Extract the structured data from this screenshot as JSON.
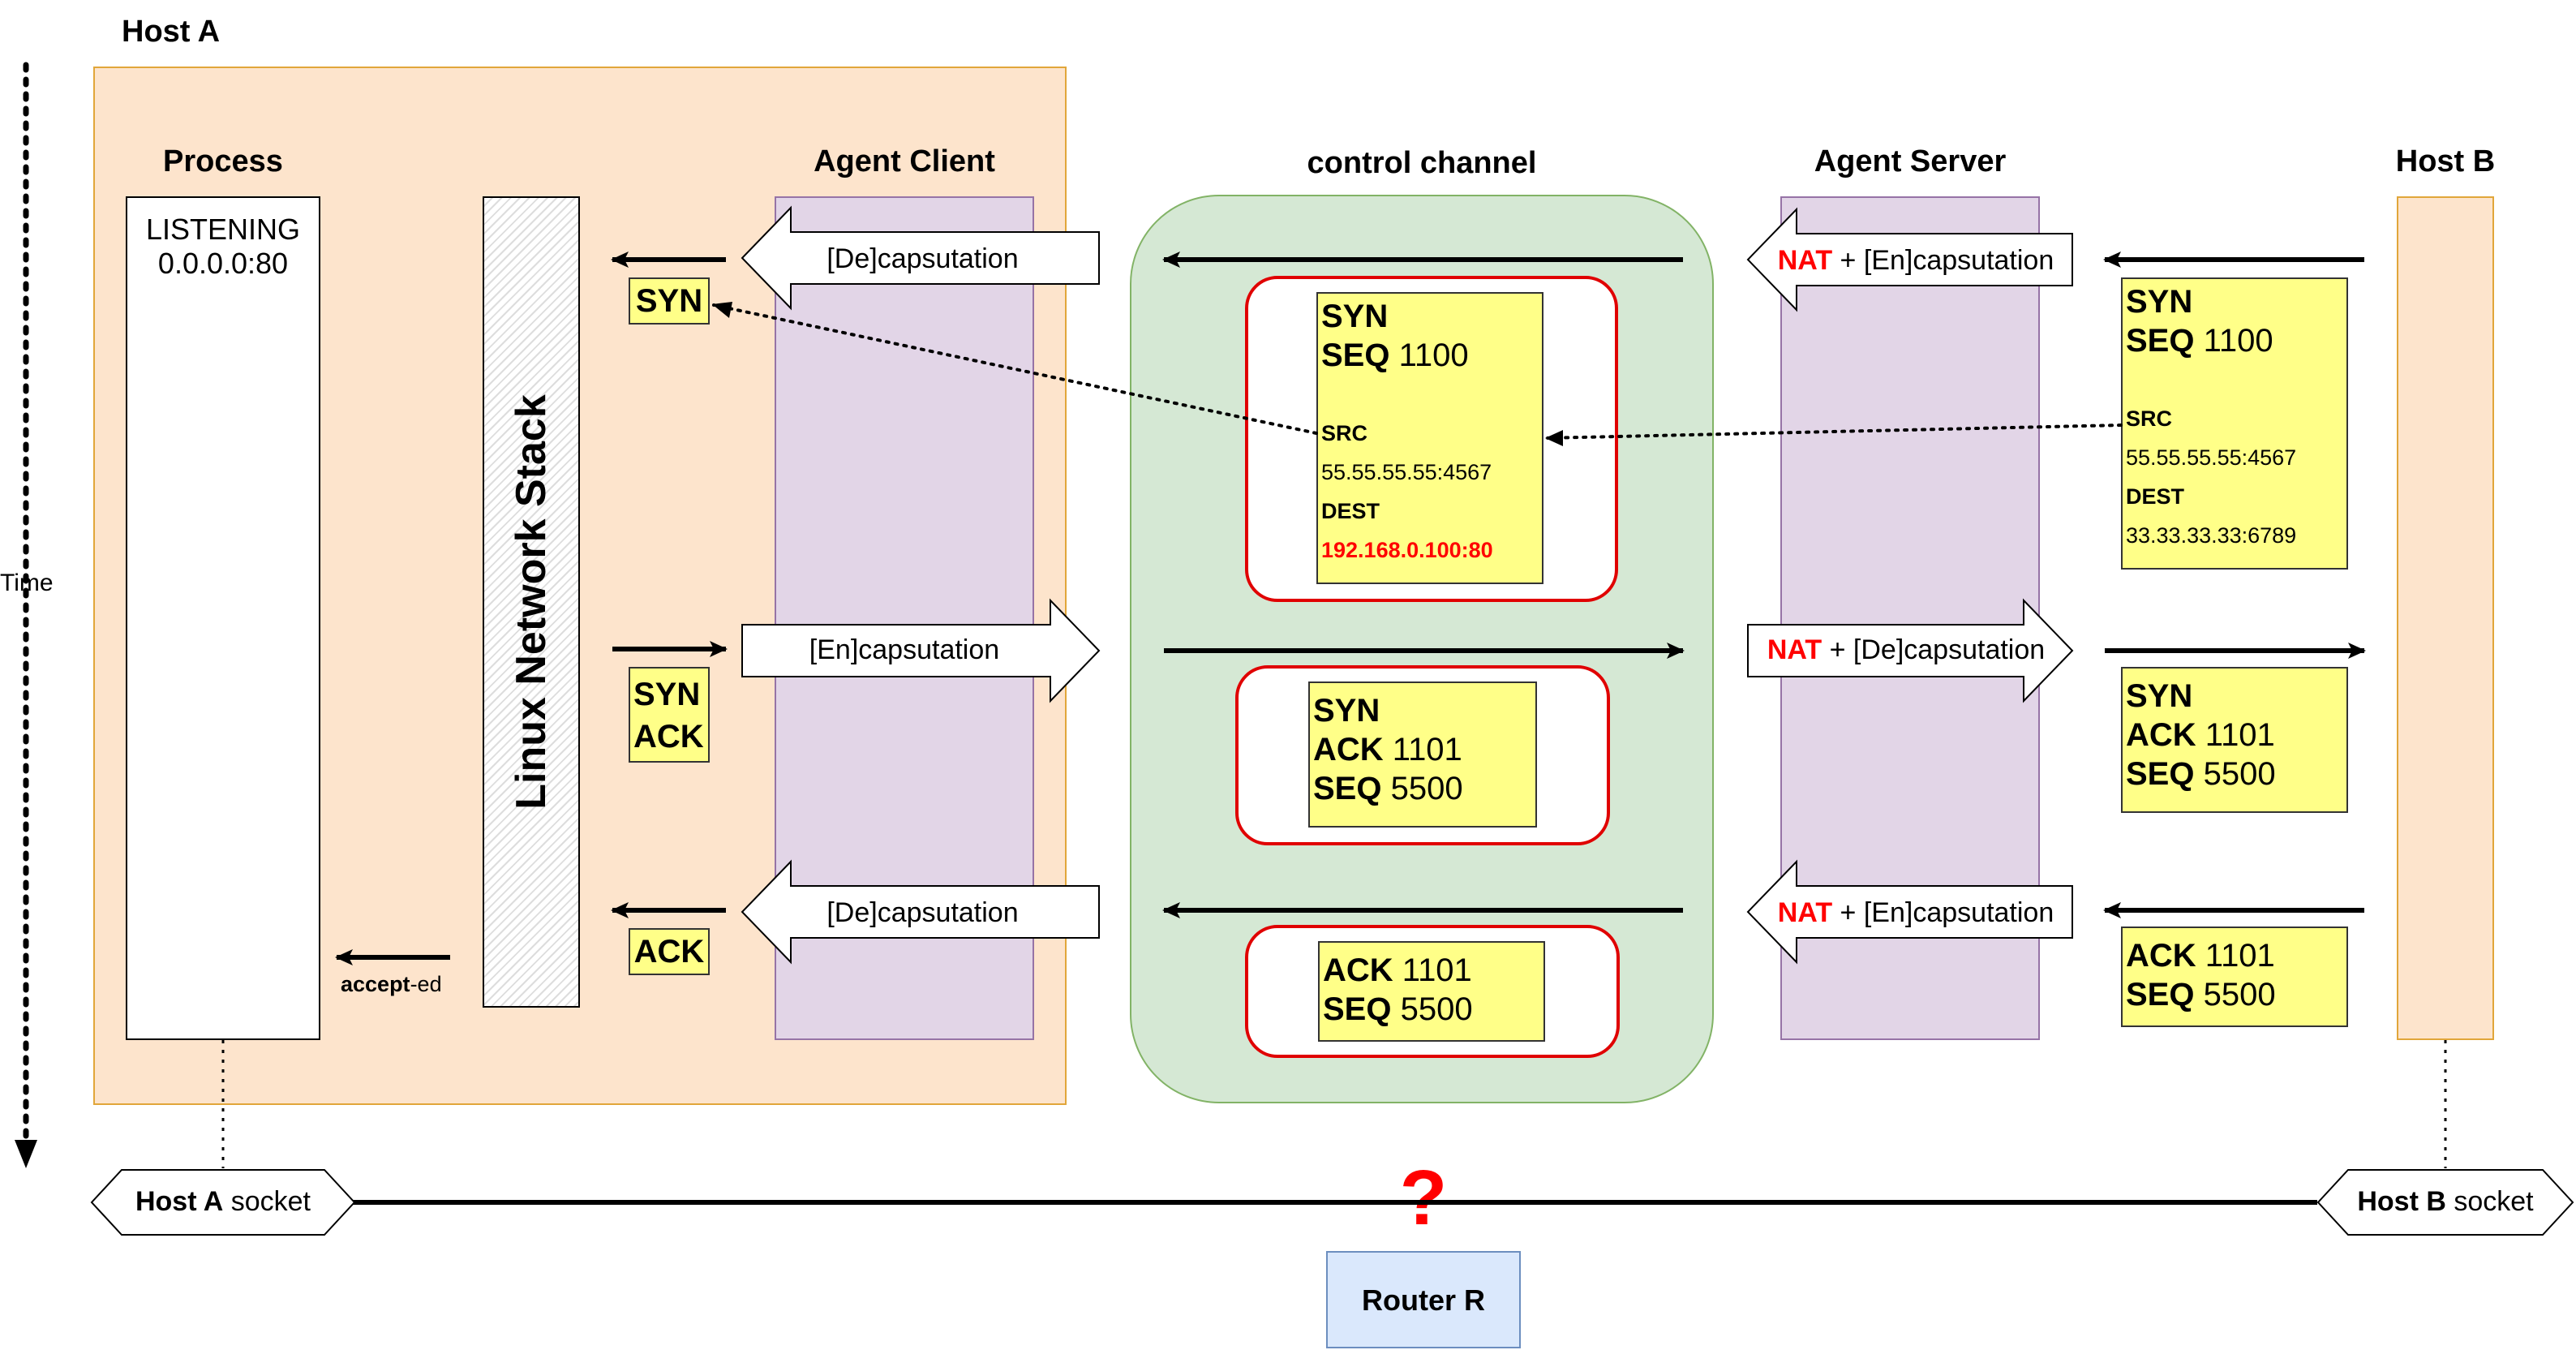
{
  "hosts": {
    "host_a": "Host A",
    "host_b": "Host B"
  },
  "columns": {
    "process": "Process",
    "agent_client": "Agent Client",
    "control_channel": "control channel",
    "agent_server": "Agent Server"
  },
  "process_box": {
    "line1": "LISTENING",
    "line2": "0.0.0.0:80"
  },
  "stack_label": "Linux Network Stack",
  "time_label": "Time",
  "arrows": {
    "decap": "[De]capsutation",
    "encap": "[En]capsutation",
    "nat": "NAT",
    "nat_encap": " + [En]capsutation",
    "nat_decap": " + [De]capsutation"
  },
  "small_labels": {
    "syn": "SYN",
    "syn_ack_1": "SYN",
    "syn_ack_2": "ACK",
    "ack": "ACK",
    "accept_bold": "accept",
    "accept_rest": "-ed"
  },
  "packet1": {
    "syn": "SYN",
    "seq_label": "SEQ",
    "seq_value": " 1100",
    "src_label": "SRC",
    "src_value": "55.55.55.55:4567",
    "dest_label": "DEST",
    "dest_value_nat": "192.168.0.100:80",
    "dest_value_orig": "33.33.33.33:6789"
  },
  "packet2": {
    "syn": "SYN",
    "ack_label": "ACK",
    "ack_value": " 1101",
    "seq_label": "SEQ",
    "seq_value": " 5500"
  },
  "packet3": {
    "ack_label": "ACK",
    "ack_value": " 1101",
    "seq_label": "SEQ",
    "seq_value": " 5500"
  },
  "sockets": {
    "host_a_bold": "Host A",
    "host_a_rest": " socket",
    "host_b_bold": "Host B",
    "host_b_rest": " socket"
  },
  "router": {
    "label": "Router R",
    "question": "?"
  },
  "colors": {
    "host_area": "#fde4cc",
    "host_border": "#e1a63a",
    "agent_fill": "#e2d5e7",
    "agent_border": "#9673a6",
    "channel_fill": "#d5e8d4",
    "channel_border": "#82b366",
    "packet_fill": "#ffff88",
    "nat_red": "#ff0000",
    "router_fill": "#dae8fc",
    "router_border": "#6c8ebf"
  }
}
